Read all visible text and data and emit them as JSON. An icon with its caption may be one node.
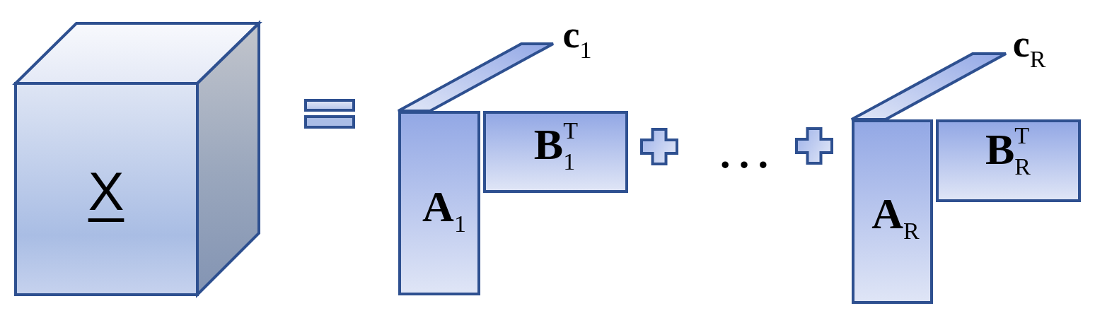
{
  "diagram": {
    "nodes": [
      {
        "text": [
          "X"
        ]
      },
      {
        "text": [
          "**c**$_{1}$"
        ]
      },
      {
        "text": [
          "**A**$_{1}$"
        ]
      },
      {
        "text": [
          "**B**$^{T}$$_{1}$"
        ]
      },
      {
        "text": [
          "**c**$_{R}$"
        ]
      },
      {
        "text": [
          "**A**$_{R}$"
        ]
      },
      {
        "text": [
          "**B**$^{T}$$_{R}$"
        ]
      }
    ],
    "labels": [
      "…"
    ]
  }
}
